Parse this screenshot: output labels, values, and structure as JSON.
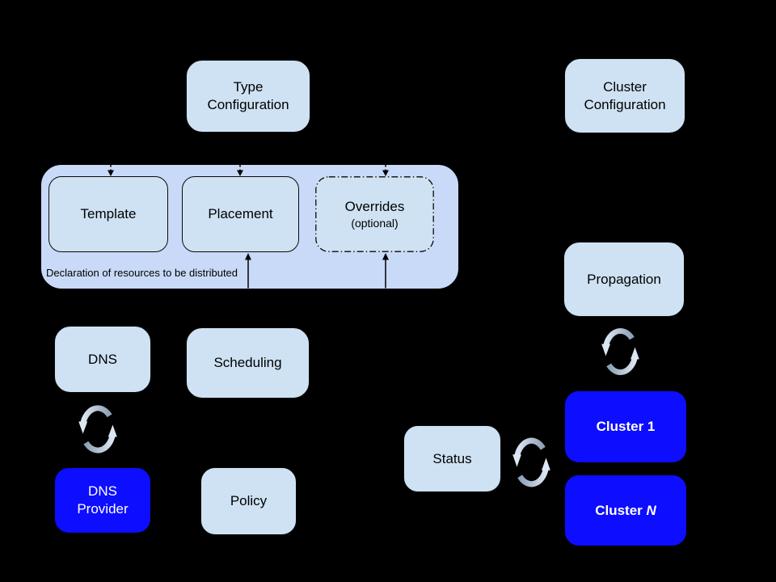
{
  "diagram": {
    "background_color": "#000000",
    "palette": {
      "light_box_fill": "#cfe2f3",
      "container_fill": "#c9daf8",
      "blue_box_fill": "#0d0dff",
      "text_dark": "#000000",
      "text_light": "#ffffff",
      "sync_arrow_gray": "#8da0b5",
      "sync_arrow_pale": "#dce7f3"
    },
    "nodes": {
      "type_configuration": {
        "line1": "Type",
        "line2": "Configuration"
      },
      "cluster_configuration": {
        "line1": "Cluster",
        "line2": "Configuration"
      },
      "template": {
        "label": "Template"
      },
      "placement": {
        "label": "Placement"
      },
      "overrides": {
        "label": "Overrides",
        "sublabel": "(optional)"
      },
      "declaration_container": {
        "caption": "Declaration of resources to be distributed"
      },
      "dns": {
        "label": "DNS"
      },
      "scheduling": {
        "label": "Scheduling"
      },
      "propagation": {
        "label": "Propagation"
      },
      "dns_provider": {
        "line1": "DNS",
        "line2": "Provider"
      },
      "policy": {
        "label": "Policy"
      },
      "status": {
        "label": "Status"
      },
      "cluster_1": {
        "label": "Cluster 1"
      },
      "cluster_n": {
        "label_prefix": "Cluster ",
        "label_suffix_italic": "N"
      }
    },
    "icons": {
      "sync": "circular-sync-arrows"
    }
  }
}
